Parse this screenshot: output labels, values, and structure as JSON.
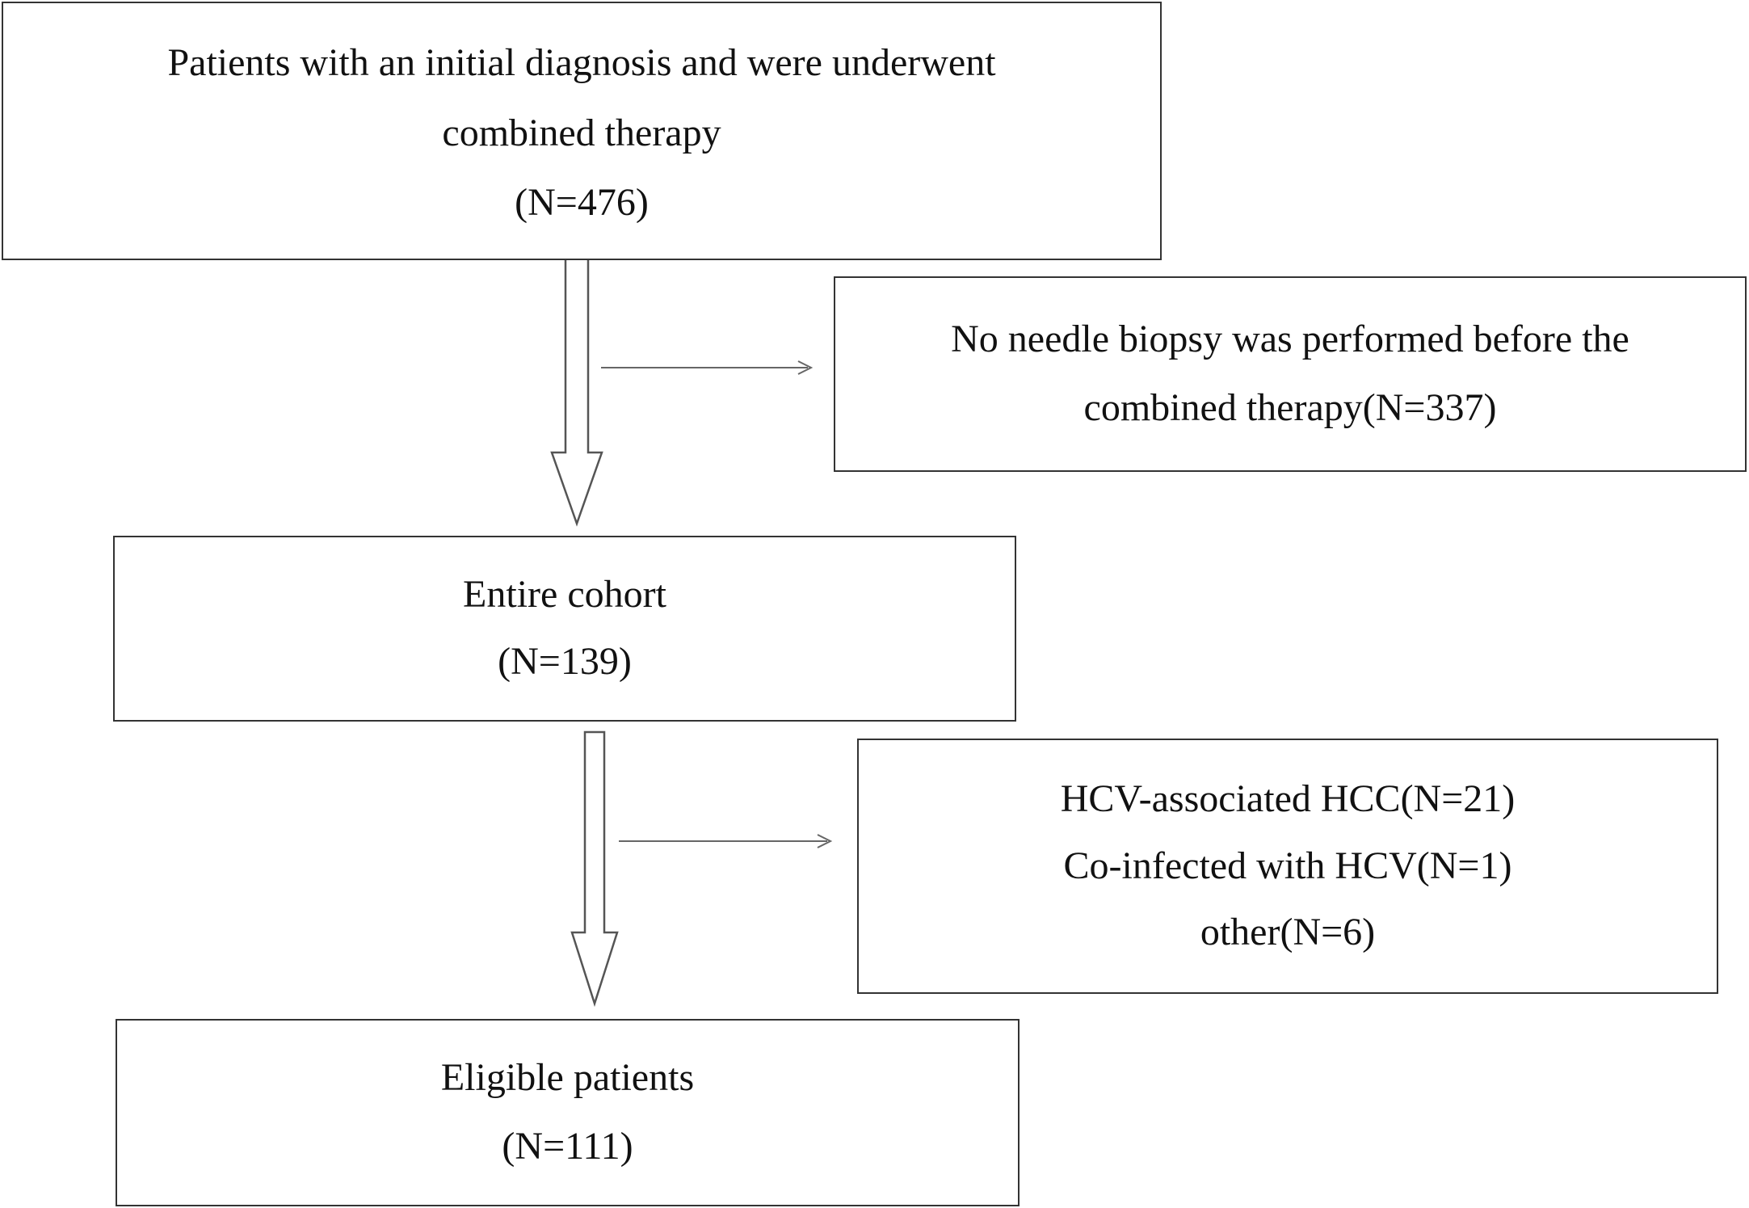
{
  "boxes": {
    "start": {
      "lines": [
        "Patients with an initial diagnosis and were underwent",
        "combined therapy",
        "(N=476)"
      ]
    },
    "exclusion_1": {
      "lines": [
        "No needle biopsy was performed before the",
        "combined therapy(N=337)"
      ]
    },
    "entire_cohort": {
      "lines": [
        "Entire cohort",
        "(N=139)"
      ]
    },
    "exclusion_2": {
      "lines": [
        "HCV-associated HCC(N=21)",
        "Co-infected with HCV(N=1)",
        "other(N=6)"
      ]
    },
    "eligible": {
      "lines": [
        "Eligible patients",
        "(N=111)"
      ]
    }
  },
  "colors": {
    "border": "#333333",
    "arrow": "#555555",
    "text": "#111111"
  }
}
